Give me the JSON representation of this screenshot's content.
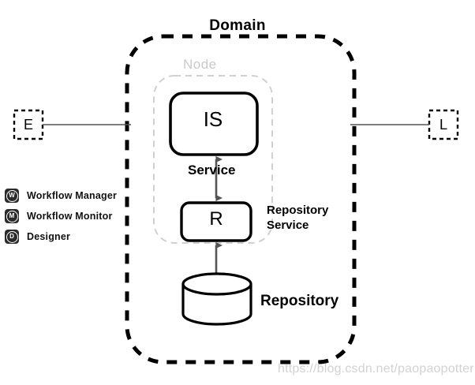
{
  "diagram": {
    "title": "Domain",
    "node_label": "Node",
    "nodes": {
      "is": "IS",
      "r": "R",
      "e": "E",
      "l": "L"
    },
    "edge_labels": {
      "service": "Service",
      "repository_service": "Repository Service",
      "repository": "Repository"
    }
  },
  "legend": {
    "items": [
      {
        "glyph": "W",
        "label": "Workflow Manager"
      },
      {
        "glyph": "M",
        "label": "Workflow  Monitor"
      },
      {
        "glyph": "D",
        "label": "Designer"
      }
    ]
  },
  "watermark": {
    "text": "https://blog.csdn.net/paopaopotter"
  },
  "colors": {
    "stroke": "#000000",
    "node_dash": "#d0d0d0",
    "arrow": "#555555",
    "watermark": "#d2d2d2",
    "legend_icon_bg": "#2b2b2b"
  }
}
